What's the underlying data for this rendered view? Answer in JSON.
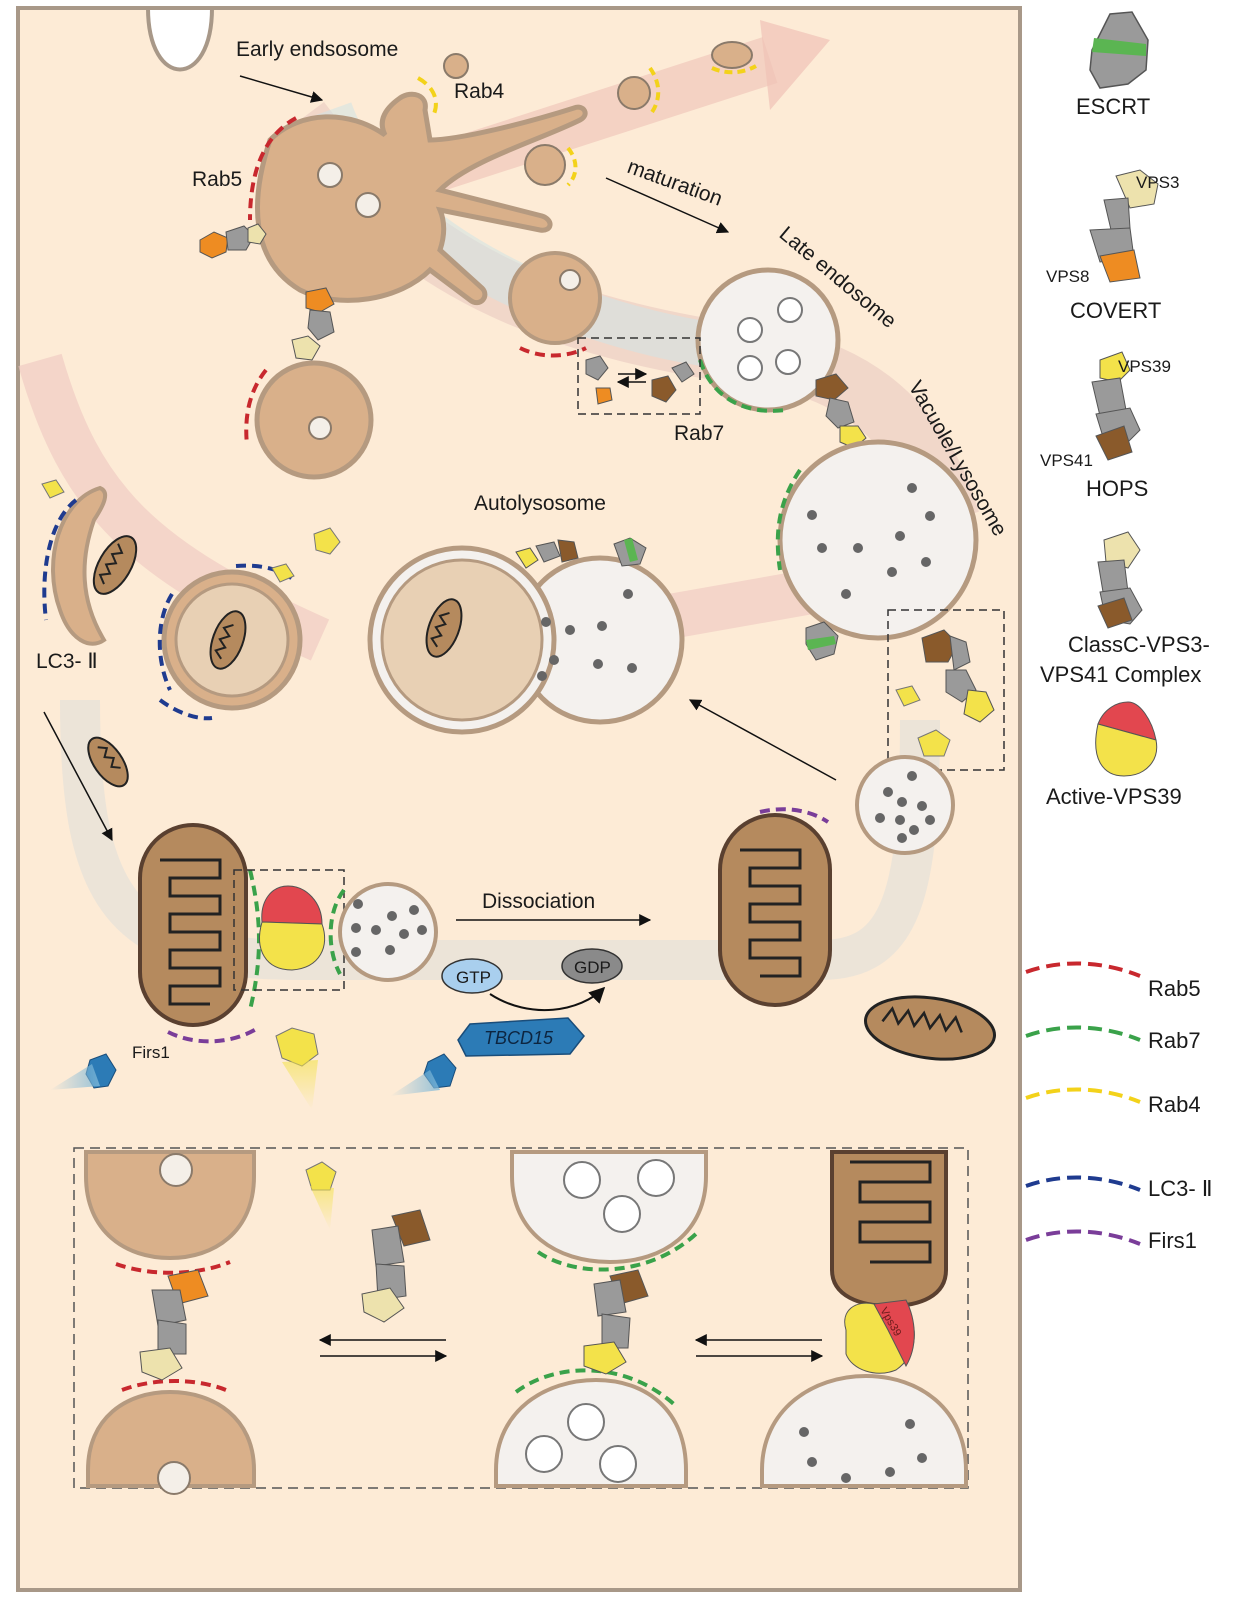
{
  "labels": {
    "early_endosome": "Early  endsosome",
    "rab4": "Rab4",
    "rab5": "Rab5",
    "maturation": "maturation",
    "late_endosome": "Late endosome",
    "vacuole_lysosome": "Vacuole/Lysosome",
    "rab7": "Rab7",
    "autolysosome": "Autolysosome",
    "lc3": "LC3- Ⅱ",
    "dissociation": "Dissociation",
    "gtp": "GTP",
    "gdp": "GDP",
    "tbcd15": "TBCD15",
    "firs1": "Firs1",
    "vps39_small": "Vps39"
  },
  "legend": {
    "escrt": "ESCRT",
    "vps3": "VPS3",
    "vps8": "VPS8",
    "covert": "COVERT",
    "vps39": "VPS39",
    "vps41": "VPS41",
    "hops": "HOPS",
    "classc_1": "ClassC-VPS3-",
    "classc_2": "VPS41 Complex",
    "active_vps39": "Active-VPS39",
    "line_rab5": "Rab5",
    "line_rab7": "Rab7",
    "line_rab4": "Rab4",
    "line_lc3": "LC3- Ⅱ",
    "line_firs1": "Firs1"
  },
  "colors": {
    "cell": "#fdebd6",
    "membrane": "#b59a80",
    "vesicle": "#d9b08a",
    "late": "#f4f1ee",
    "rab5": "#c8282e",
    "rab7": "#3aa24a",
    "rab4": "#f3d21a",
    "lc3": "#1f3b8f",
    "firs1": "#7a3d99",
    "escrt_green": "#5bb552",
    "vps3": "#ede2ad",
    "vps8": "#ee8c22",
    "vps39": "#f3e24a",
    "vps41": "#8a5a2b",
    "active_red": "#e2474f",
    "grey": "#9a9a9a",
    "tbcd15": "#2c7bb6"
  }
}
